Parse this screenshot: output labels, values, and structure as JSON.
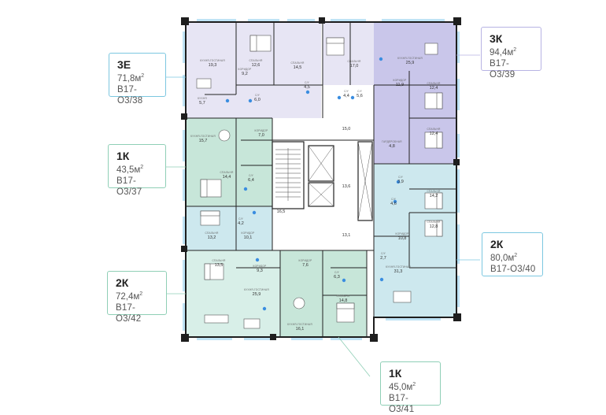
{
  "colors": {
    "lilac": "#e7e5f4",
    "purple": "#c9c6ea",
    "green": "#c7e6d9",
    "mint": "#d8efe8",
    "teal": "#cde8ee",
    "window_blue": "#bfe3f5",
    "wall": "#1e1e1e",
    "callout_border": "#7cc7e0",
    "callout_border_purple": "#b7b3e3",
    "callout_border_green": "#8fcfb6"
  },
  "callouts": [
    {
      "id": "a38",
      "type": "3Е",
      "area": "71,8",
      "unit": "м",
      "sup": "2",
      "code": "В17-О3/38"
    },
    {
      "id": "a39",
      "type": "3К",
      "area": "94,4",
      "unit": "м",
      "sup": "2",
      "code": "В17-О3/39"
    },
    {
      "id": "a37",
      "type": "1К",
      "area": "43,5",
      "unit": "м",
      "sup": "2",
      "code": "В17-О3/37"
    },
    {
      "id": "a40",
      "type": "2К",
      "area": "80,0",
      "unit": "м",
      "sup": "2",
      "code": "В17-О3/40"
    },
    {
      "id": "a42",
      "type": "2К",
      "area": "72,4",
      "unit": "м",
      "sup": "2",
      "code": "В17-О3/42"
    },
    {
      "id": "a41",
      "type": "1К",
      "area": "45,0",
      "unit": "м",
      "sup": "2",
      "code": "В17-О3/41"
    }
  ],
  "rooms": [
    {
      "id": "r1",
      "area": "19,3",
      "name": "КУХНЯ-ГОСТИНАЯ"
    },
    {
      "id": "r2",
      "area": "12,6",
      "name": "СПАЛЬНЯ"
    },
    {
      "id": "r3",
      "area": "9,2",
      "name": "КОРИДОР"
    },
    {
      "id": "r4",
      "area": "14,5",
      "name": "СПАЛЬНЯ"
    },
    {
      "id": "r5",
      "area": "5,7",
      "name": "КУХНЯ"
    },
    {
      "id": "r6",
      "area": "6,0",
      "name": "С/У"
    },
    {
      "id": "r7",
      "area": "4,5",
      "name": "С/У"
    },
    {
      "id": "r8",
      "area": "17,0",
      "name": "СПАЛЬНЯ"
    },
    {
      "id": "r9",
      "area": "25,9",
      "name": "КУХНЯ-ГОСТИНАЯ"
    },
    {
      "id": "r10",
      "area": "11,9",
      "name": "КОРИДОР"
    },
    {
      "id": "r11",
      "area": "12,4",
      "name": "СПАЛЬНЯ"
    },
    {
      "id": "r12",
      "area": "4,4",
      "name": "С/У"
    },
    {
      "id": "r13",
      "area": "5,6",
      "name": "С/У"
    },
    {
      "id": "r14",
      "area": "12,4",
      "name": "СПАЛЬНЯ"
    },
    {
      "id": "r15",
      "area": "4,8",
      "name": "ГАРДЕРОБНАЯ"
    },
    {
      "id": "r16",
      "area": "15,0",
      "name": ""
    },
    {
      "id": "r17",
      "area": "15,7",
      "name": "КУХНЯ-ГОСТИНАЯ"
    },
    {
      "id": "r18",
      "area": "7,0",
      "name": "КОРИДОР"
    },
    {
      "id": "r19",
      "area": "14,4",
      "name": "СПАЛЬНЯ"
    },
    {
      "id": "r20",
      "area": "6,4",
      "name": "С/У"
    },
    {
      "id": "r21",
      "area": "13,6",
      "name": ""
    },
    {
      "id": "r22",
      "area": "3,9",
      "name": "С/У"
    },
    {
      "id": "r23",
      "area": "14,2",
      "name": "СПАЛЬНЯ"
    },
    {
      "id": "r24",
      "area": "16,5",
      "name": ""
    },
    {
      "id": "r25",
      "area": "4,6",
      "name": "С/У"
    },
    {
      "id": "r26",
      "area": "4,2",
      "name": "С/У"
    },
    {
      "id": "r27",
      "area": "13,2",
      "name": "СПАЛЬНЯ"
    },
    {
      "id": "r28",
      "area": "10,1",
      "name": "КОРИДОР"
    },
    {
      "id": "r29",
      "area": "12,8",
      "name": "СПАЛЬНЯ"
    },
    {
      "id": "r30",
      "area": "13,1",
      "name": ""
    },
    {
      "id": "r31",
      "area": "10,8",
      "name": "КОРИДОР"
    },
    {
      "id": "r32",
      "area": "13,5",
      "name": "СПАЛЬНЯ"
    },
    {
      "id": "r33",
      "area": "2,7",
      "name": "С/У"
    },
    {
      "id": "r34",
      "area": "9,3",
      "name": "КОРИДОР"
    },
    {
      "id": "r35",
      "area": "7,6",
      "name": "КОРИДОР"
    },
    {
      "id": "r36",
      "area": "6,3",
      "name": "С/У"
    },
    {
      "id": "r37",
      "area": "31,3",
      "name": "КУХНЯ-ГОСТИНАЯ"
    },
    {
      "id": "r38",
      "area": "14,8",
      "name": "СПАЛЬНЯ"
    },
    {
      "id": "r39",
      "area": "25,9",
      "name": "КУХНЯ-ГОСТИНАЯ"
    },
    {
      "id": "r40",
      "area": "16,1",
      "name": "КУХНЯ-ГОСТИНАЯ"
    }
  ]
}
